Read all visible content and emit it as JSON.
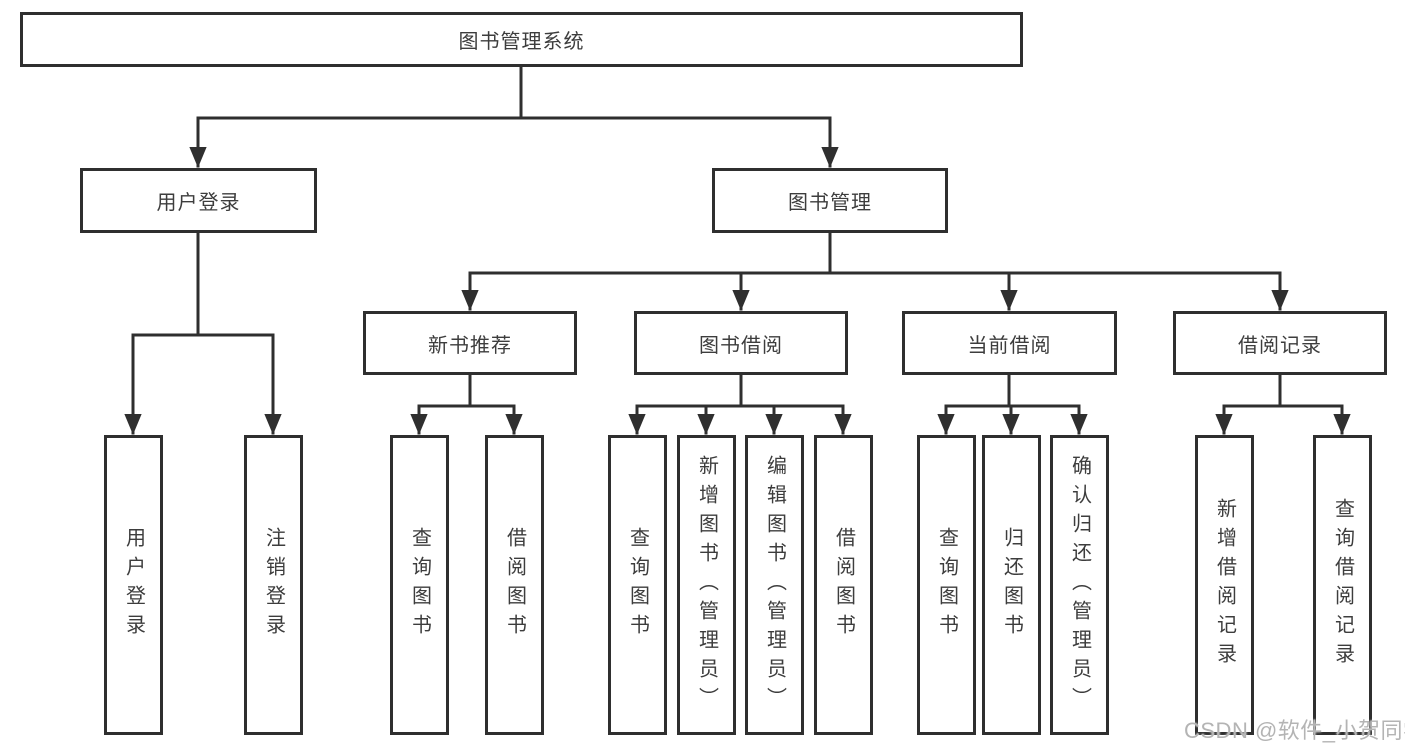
{
  "diagram": {
    "root": {
      "label": "图书管理系统"
    },
    "branches": [
      {
        "label": "用户登录",
        "children": [
          {
            "label": "用户登录"
          },
          {
            "label": "注销登录"
          }
        ]
      },
      {
        "label": "图书管理",
        "children": [
          {
            "label": "新书推荐",
            "children": [
              {
                "label": "查询图书"
              },
              {
                "label": "借阅图书"
              }
            ]
          },
          {
            "label": "图书借阅",
            "children": [
              {
                "label": "查询图书"
              },
              {
                "label": "新增图书（管理员）"
              },
              {
                "label": "编辑图书（管理员）"
              },
              {
                "label": "借阅图书"
              }
            ]
          },
          {
            "label": "当前借阅",
            "children": [
              {
                "label": "查询图书"
              },
              {
                "label": "归还图书"
              },
              {
                "label": "确认归还（管理员）"
              }
            ]
          },
          {
            "label": "借阅记录",
            "children": [
              {
                "label": "新增借阅记录"
              },
              {
                "label": "查询借阅记录"
              }
            ]
          }
        ]
      }
    ]
  },
  "watermark": {
    "text": "CSDN @软件_小贺同学"
  },
  "colors": {
    "line": "#2f2f2f",
    "text": "#3d3d3d",
    "watermark": "#b4b4b4",
    "background": "#ffffff"
  }
}
